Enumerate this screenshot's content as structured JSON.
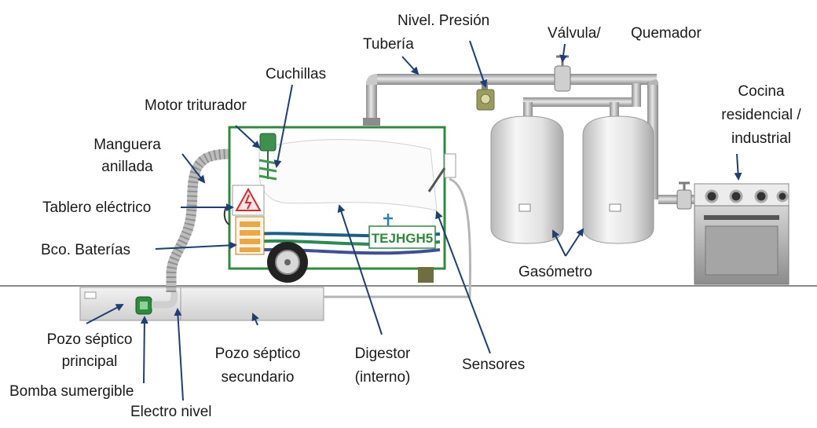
{
  "labels": {
    "nivel_presion": "Nivel. Presión",
    "valvula": "Válvula/",
    "quemador": "Quemador",
    "tuberia": "Tubería",
    "cuchillas": "Cuchillas",
    "motor_triturador": "Motor triturador",
    "manguera_line1": "Manguera",
    "manguera_line2": "anillada",
    "tablero_electrico": "Tablero eléctrico",
    "bco_baterias": "Bco. Baterías",
    "cocina_line1": "Cocina",
    "cocina_line2": "residencial /",
    "cocina_line3": "industrial",
    "gasometro": "Gasómetro",
    "pozo_principal_line1": "Pozo séptico",
    "pozo_principal_line2": "principal",
    "bomba_sumergible": "Bomba sumergible",
    "electro_nivel": "Electro nivel",
    "pozo_secundario_line1": "Pozo séptico",
    "pozo_secundario_line2": "secundario",
    "digestor_line1": "Digestor",
    "digestor_line2": "(interno)",
    "sensores": "Sensores"
  },
  "logo_text": "TEJHGH5",
  "colors": {
    "arrow": "#1f3f73",
    "digestor_frame": "#2e8b3e",
    "pipe": "#a8a8a8",
    "ground": "#8a8a8a"
  }
}
